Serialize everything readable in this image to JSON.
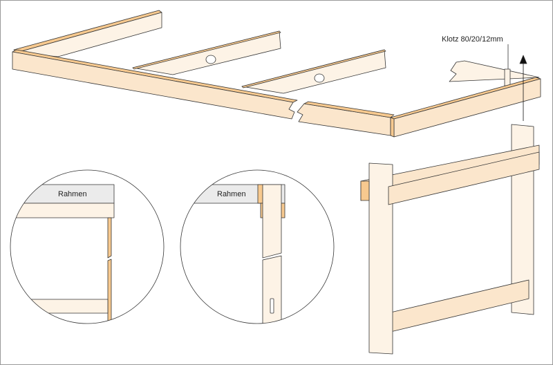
{
  "labels": {
    "klotz": "Klotz 80/20/12mm",
    "rahmen_left": "Rahmen",
    "rahmen_right": "Rahmen"
  },
  "colors": {
    "wood_face": "#fdf3e6",
    "wood_top": "#fbe6cc",
    "wood_edge": "#f7c98f",
    "label_bg": "#ebebeb",
    "line": "#333333",
    "border": "#888888"
  }
}
